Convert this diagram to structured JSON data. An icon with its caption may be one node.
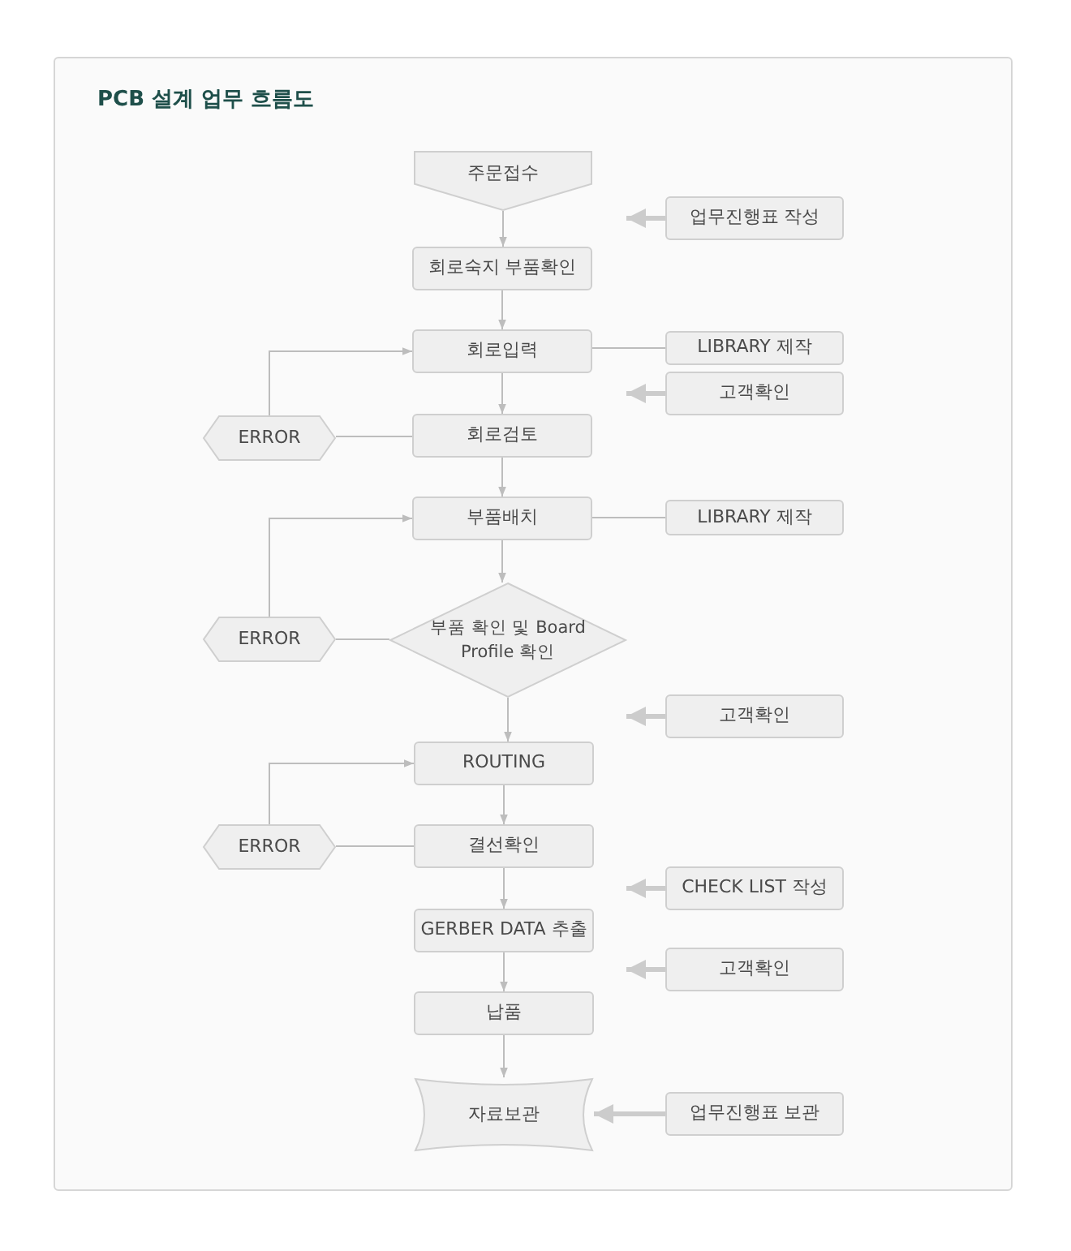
{
  "diagram": {
    "title": "PCB 설계 업무 흐름도",
    "nodes": [
      {
        "text": [
          "주문접수"
        ]
      },
      {
        "text": [
          "업무진행표 작성"
        ]
      },
      {
        "text": [
          "회로숙지 부품확인"
        ]
      },
      {
        "text": [
          "회로입력"
        ]
      },
      {
        "text": [
          "LIBRARY 제작"
        ]
      },
      {
        "text": [
          "고객확인"
        ]
      },
      {
        "text": [
          "ERROR"
        ]
      },
      {
        "text": [
          "회로검토"
        ]
      },
      {
        "text": [
          "부품배치"
        ]
      },
      {
        "text": [
          "LIBRARY 제작"
        ]
      },
      {
        "text": [
          "ERROR"
        ]
      },
      {
        "text": [
          "부품 확인 및 Board Profile 확인"
        ]
      },
      {
        "text": [
          "고객확인"
        ]
      },
      {
        "text": [
          "ROUTING"
        ]
      },
      {
        "text": [
          "ERROR"
        ]
      },
      {
        "text": [
          "결선확인"
        ]
      },
      {
        "text": [
          "CHECK LIST 작성"
        ]
      },
      {
        "text": [
          "GERBER DATA 추출"
        ]
      },
      {
        "text": [
          "고객확인"
        ]
      },
      {
        "text": [
          "납품"
        ]
      },
      {
        "text": [
          "자료보관"
        ]
      },
      {
        "text": [
          "업무진행표 보관"
        ]
      }
    ],
    "edges": [
      {
        "from": 0,
        "to": 2,
        "arrow": "to"
      },
      {
        "from": 1,
        "to": null,
        "arrow": "to",
        "style": "thick"
      },
      {
        "from": 2,
        "to": 3,
        "arrow": "to"
      },
      {
        "from": 3,
        "to": 4,
        "arrow": "none"
      },
      {
        "from": 5,
        "to": null,
        "arrow": "to",
        "style": "thick"
      },
      {
        "from": 3,
        "to": 7,
        "arrow": "to"
      },
      {
        "from": 7,
        "to": 6,
        "arrow": "none"
      },
      {
        "from": 6,
        "to": 3,
        "arrow": "to"
      },
      {
        "from": 7,
        "to": 8,
        "arrow": "to"
      },
      {
        "from": 8,
        "to": 9,
        "arrow": "none"
      },
      {
        "from": 8,
        "to": 11,
        "arrow": "to"
      },
      {
        "from": 11,
        "to": 10,
        "arrow": "none"
      },
      {
        "from": 10,
        "to": 8,
        "arrow": "to"
      },
      {
        "from": 12,
        "to": null,
        "arrow": "to",
        "style": "thick"
      },
      {
        "from": 11,
        "to": 13,
        "arrow": "to"
      },
      {
        "from": 15,
        "to": 14,
        "arrow": "none"
      },
      {
        "from": 14,
        "to": 13,
        "arrow": "to"
      },
      {
        "from": 13,
        "to": 15,
        "arrow": "to"
      },
      {
        "from": 16,
        "to": null,
        "arrow": "to",
        "style": "thick"
      },
      {
        "from": 15,
        "to": 17,
        "arrow": "to"
      },
      {
        "from": 18,
        "to": null,
        "arrow": "to",
        "style": "thick"
      },
      {
        "from": 17,
        "to": 19,
        "arrow": "to"
      },
      {
        "from": 19,
        "to": 20,
        "arrow": "to"
      },
      {
        "from": 21,
        "to": 20,
        "arrow": "to",
        "style": "thick"
      }
    ]
  }
}
